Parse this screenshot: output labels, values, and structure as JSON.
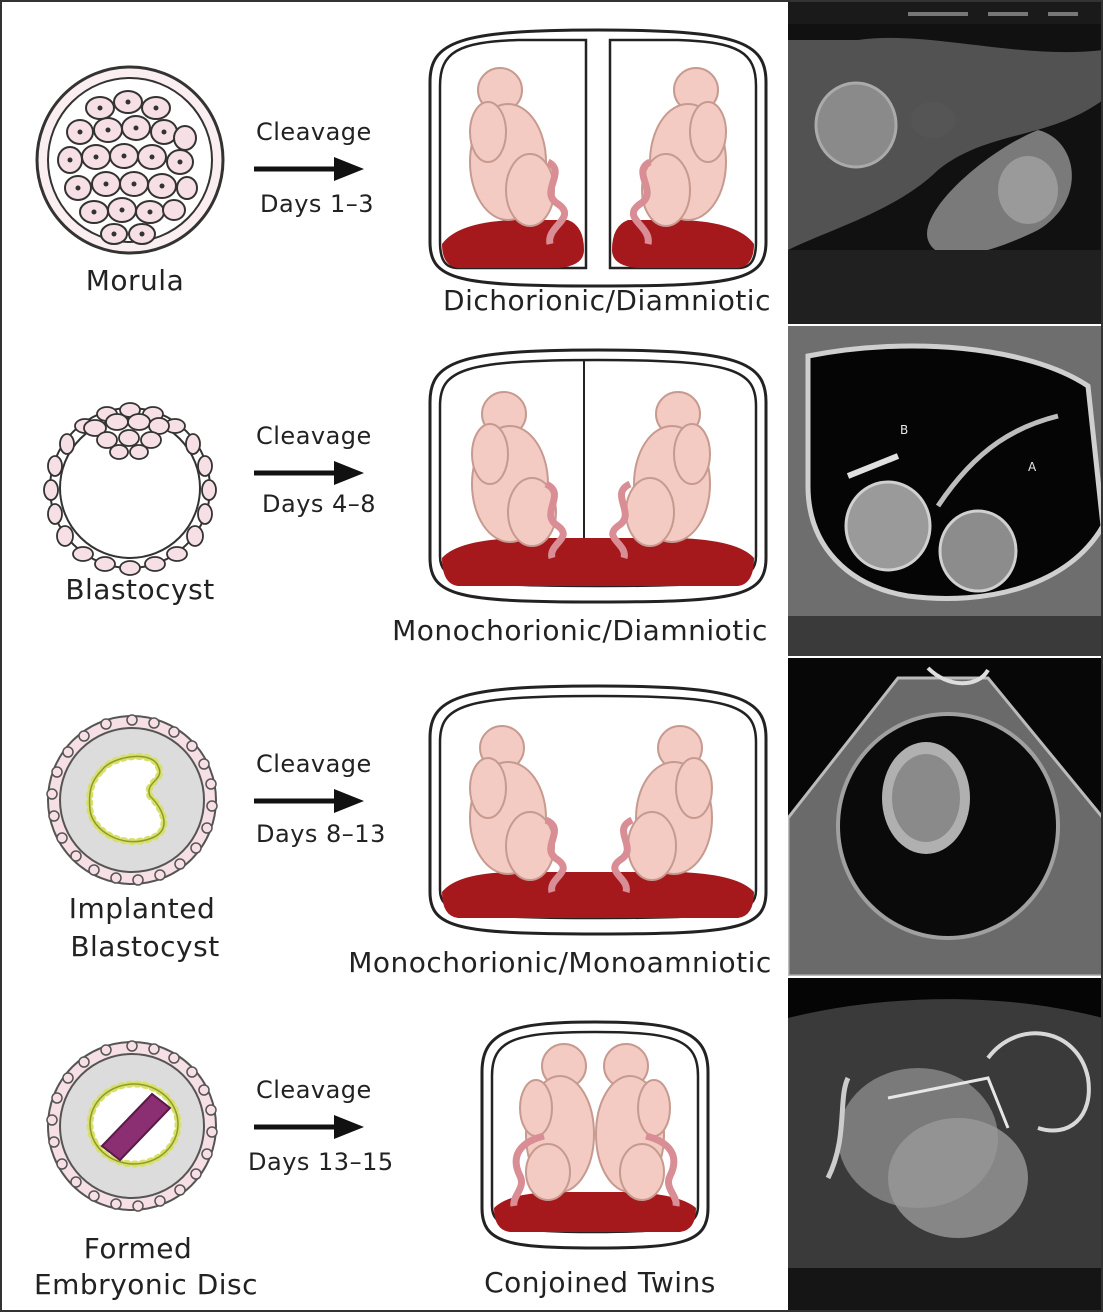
{
  "colors": {
    "skin": "#f3cbc2",
    "skin_outline": "#c79a90",
    "cord": "#d98d95",
    "placenta": "#a5191c",
    "cell_fill": "#f6dfe5",
    "yolk_green": "#d7e06a",
    "disc_purple": "#8c2f72",
    "inner_gray": "#dcdcdc"
  },
  "rows": [
    {
      "stage_label": "Morula",
      "arrow_top": "Cleavage",
      "arrow_bottom": "Days 1–3",
      "type_label": "Dichorionic/Diamniotic"
    },
    {
      "stage_label": "Blastocyst",
      "arrow_top": "Cleavage",
      "arrow_bottom": "Days 4–8",
      "type_label": "Monochorionic/Diamniotic"
    },
    {
      "stage_label_line1": "Implanted",
      "stage_label_line2": "Blastocyst",
      "arrow_top": "Cleavage",
      "arrow_bottom": "Days 8–13",
      "type_label": "Monochorionic/Monoamniotic"
    },
    {
      "stage_label_line1": "Formed",
      "stage_label_line2": "Embryonic Disc",
      "arrow_top": "Cleavage",
      "arrow_bottom": "Days 13–15",
      "type_label": "Conjoined Twins"
    }
  ],
  "ultrasound_markers": {
    "panel2_left": "B",
    "panel2_right": "A"
  }
}
